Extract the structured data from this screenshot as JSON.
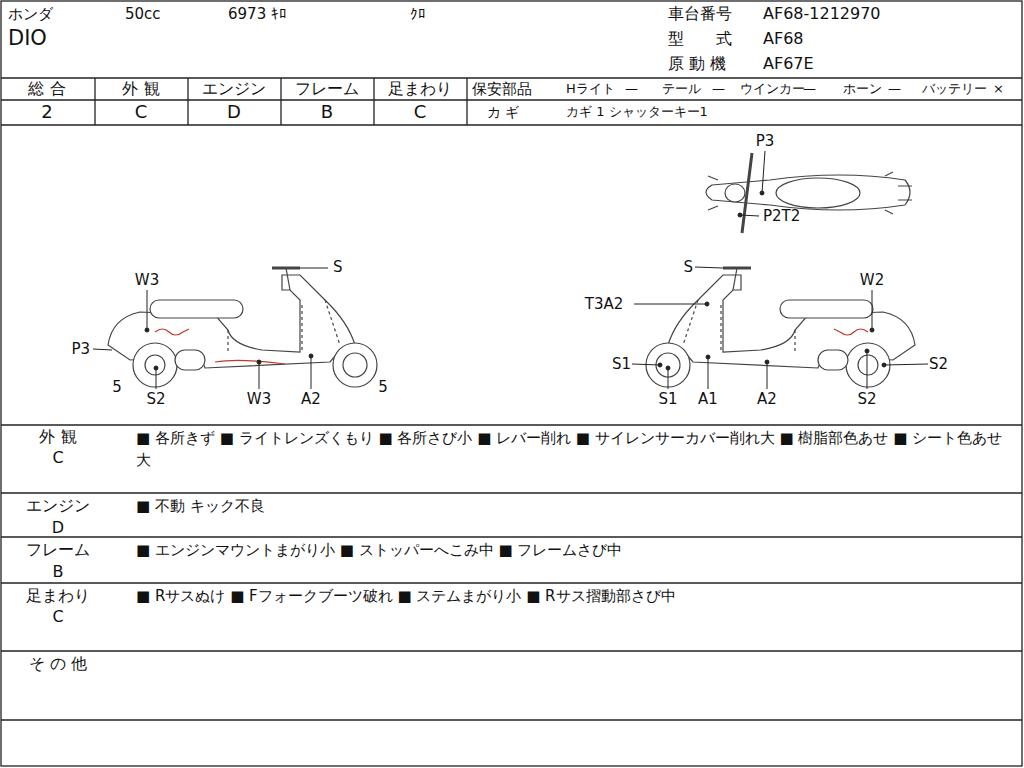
{
  "diagram": {
    "labels": [
      "ホンダ",
      "50cc",
      "6973 ｷﾛ",
      "ｸﾛ",
      "DIO",
      "車台番号",
      "AF68-1212970",
      "型　　式",
      "AF68",
      "原 動 機",
      "AF67E",
      "総 合",
      "2",
      "外 観",
      "C",
      "エンジン",
      "D",
      "フレーム",
      "B",
      "足まわり",
      "C",
      "保安部品",
      "Hライト",
      "—",
      "テール",
      "—",
      "ウインカー",
      "—",
      "ホーン",
      "—",
      "バッテリー",
      "×",
      "カ ギ",
      "カギ 1 シャッターキー1",
      "P3",
      "P2T2",
      "S",
      "W3",
      "P3",
      "5",
      "S2",
      "W3",
      "A2",
      "5",
      "S",
      "W2",
      "T3A2",
      "S1",
      "S2",
      "S1",
      "A1",
      "A2",
      "S2",
      "外 観",
      "C",
      "■ 各所きず ■ ライトレンズくもり ■ 各所さび小 ■ レバー削れ ■ サイレンサーカバー削れ大 ■ 樹脂部色あせ ■ シート色あせ大",
      "エンジン",
      "D",
      "■ 不動 キック不良",
      "フレーム",
      "B",
      "■ エンジンマウントまがり小 ■ ストッパーへこみ中 ■ フレームさび中",
      "足まわり",
      "C",
      "■ Rサスぬけ ■ Fフォークブーツ破れ ■ ステムまがり小 ■ Rサス摺動部さび中",
      "そ の 他"
    ]
  }
}
